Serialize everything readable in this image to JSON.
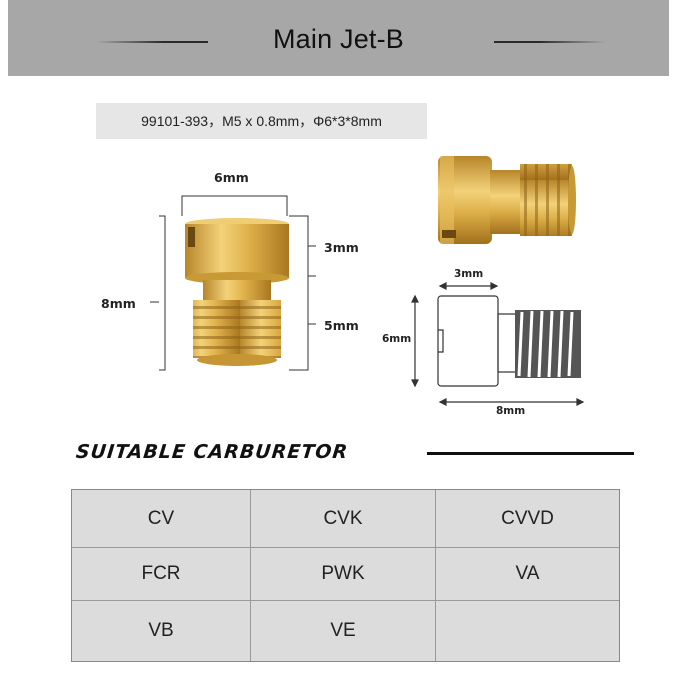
{
  "header": {
    "title": "Main Jet-B"
  },
  "spec": {
    "text": "99101-393，M5 x 0.8mm，Φ6*3*8mm"
  },
  "diagram_left": {
    "width_label": "6mm",
    "head_label": "3mm",
    "total_label": "8mm",
    "thread_label": "5mm"
  },
  "diagram_right": {
    "head_label": "3mm",
    "width_label": "6mm",
    "total_label": "8mm"
  },
  "section": {
    "title": "SUITABLE CARBURETOR"
  },
  "carburetors": [
    "CV",
    "CVK",
    "CVVD",
    "FCR",
    "PWK",
    "VA",
    "VB",
    "VE",
    ""
  ],
  "colors": {
    "header_bg": "#a7a7a7",
    "spec_bg": "#e6e6e6",
    "grid_bg": "#dcdcdc",
    "brass": "#d4a63a"
  }
}
